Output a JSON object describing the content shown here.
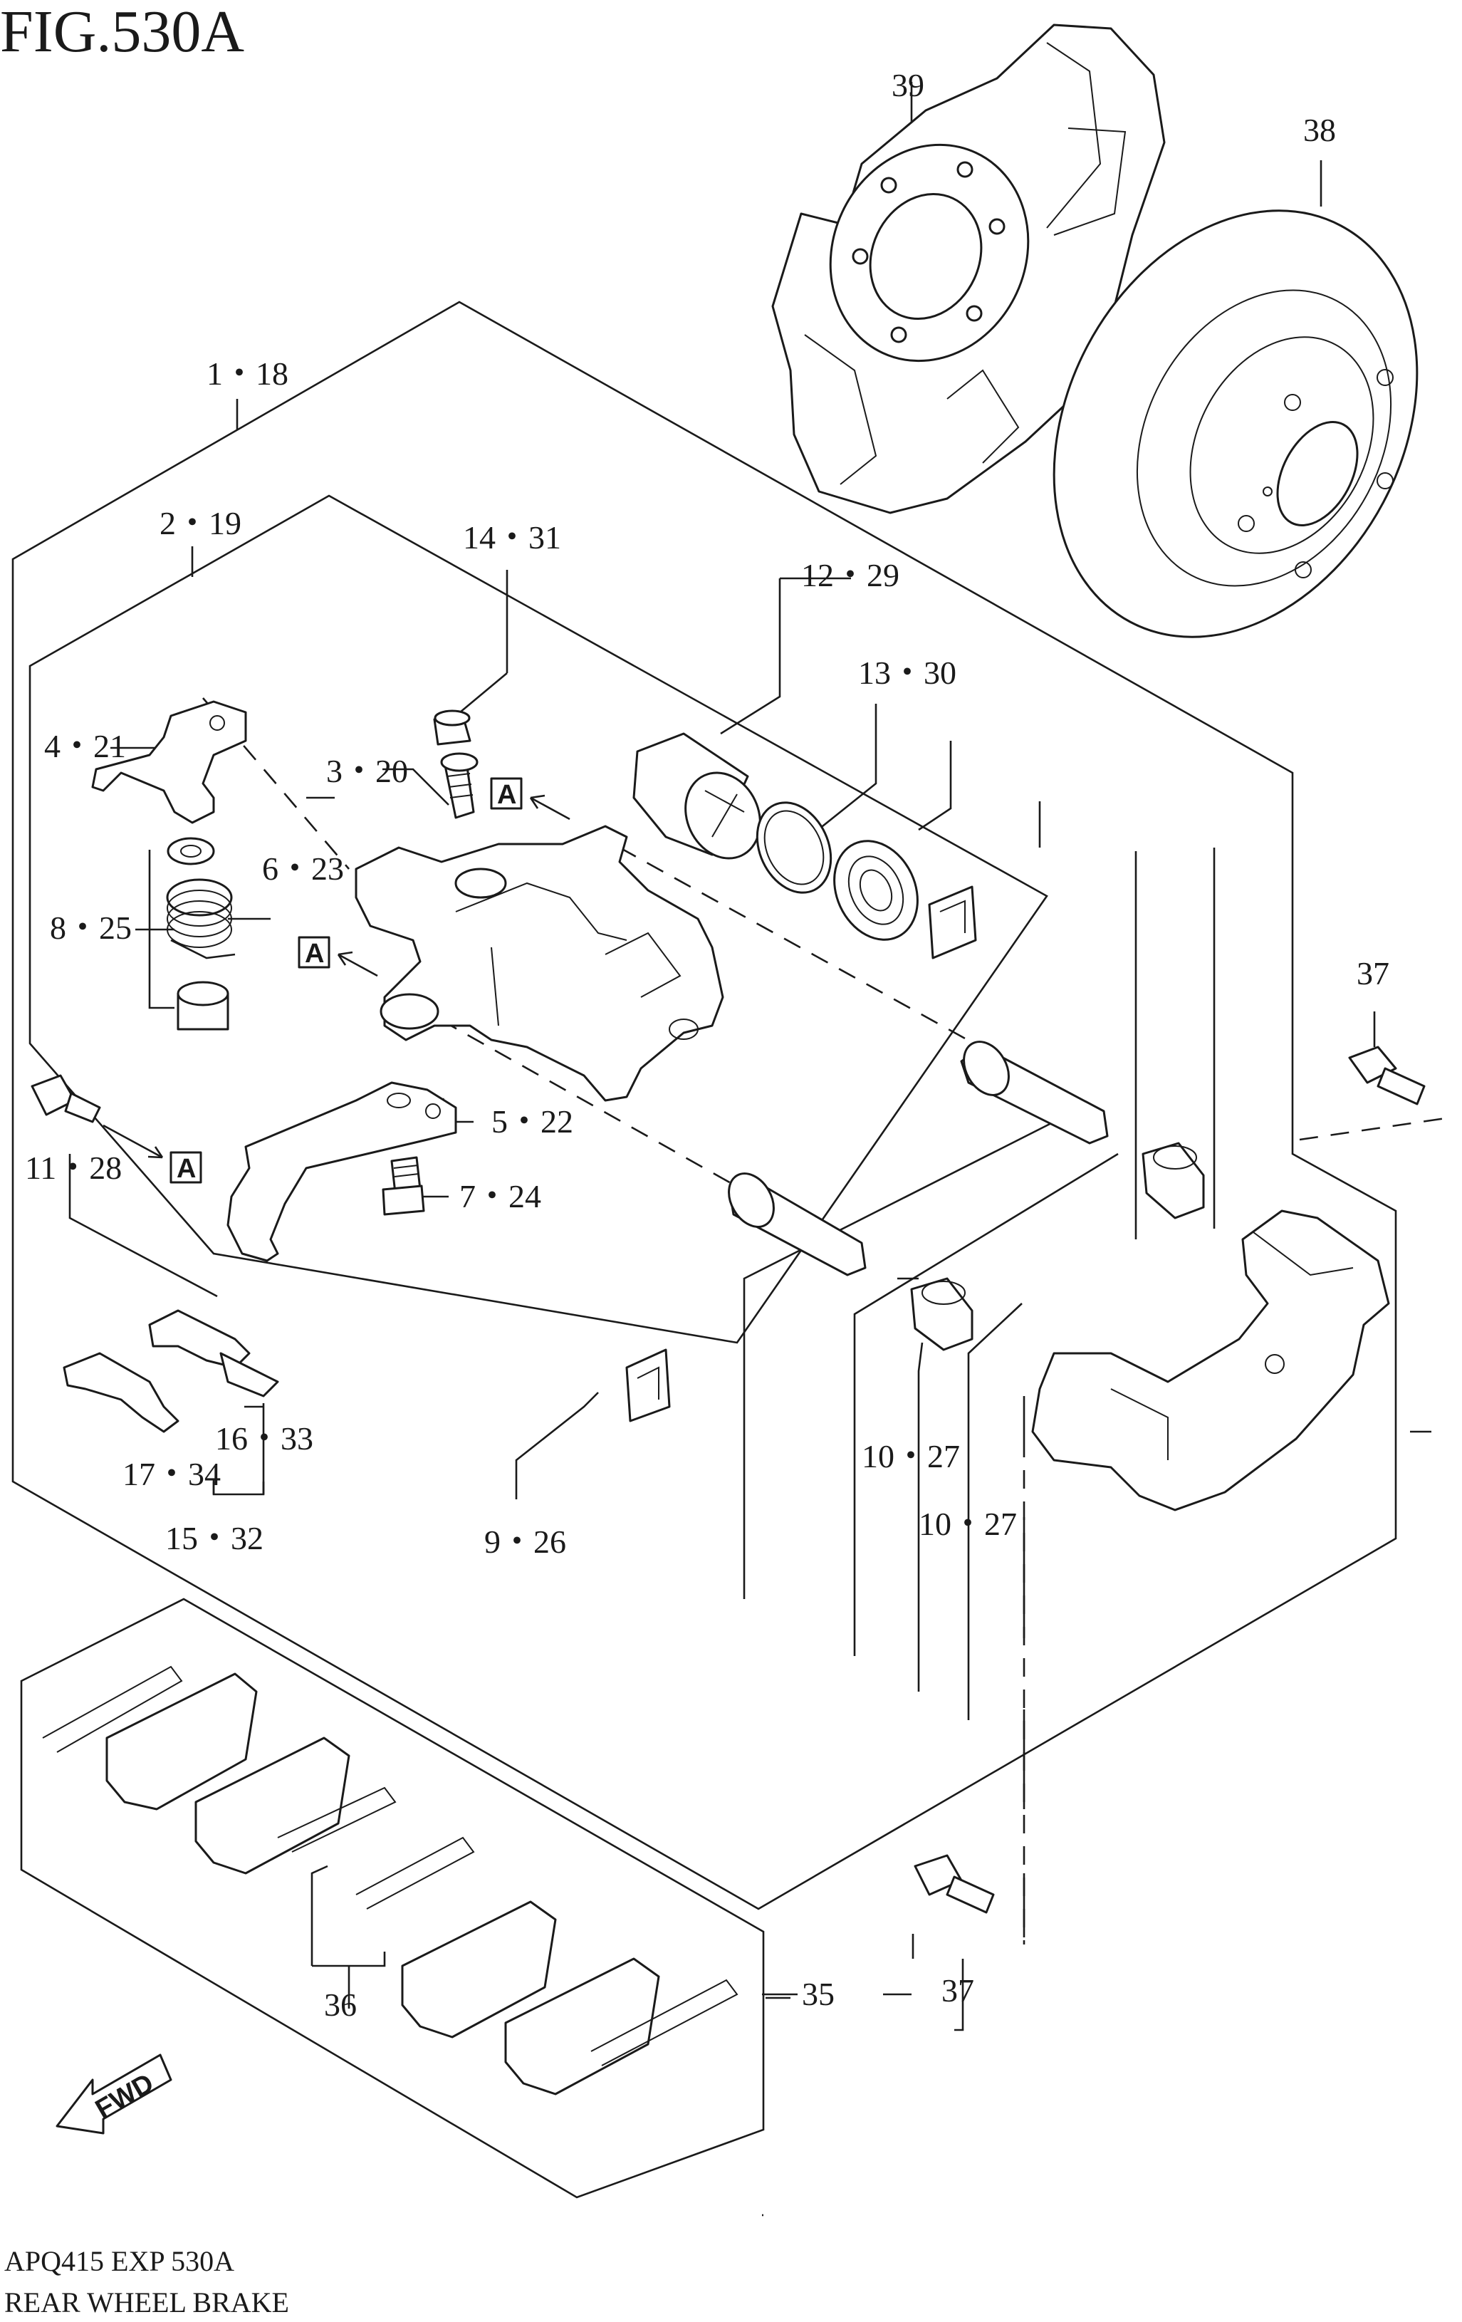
{
  "figure": {
    "title": "FIG.530A",
    "code": "APQ415 EXP 530A",
    "name": "REAR WHEEL BRAKE"
  },
  "callouts": {
    "c39": "39",
    "c38": "38",
    "c1_18": "1・18",
    "c2_19": "2・19",
    "c14_31": "14・31",
    "c12_29": "12・29",
    "c13_30": "13・30",
    "c4_21": "4・21",
    "c3_20": "3・20",
    "c6_23": "6・23",
    "c8_25": "8・25",
    "c37_top": "37",
    "c5_22": "5・22",
    "c11_28": "11・28",
    "c7_24": "7・24",
    "c16_33": "16・33",
    "c17_34": "17・34",
    "c15_32": "15・32",
    "c10_27_a": "10・27",
    "c10_27_b": "10・27",
    "c9_26": "9・26",
    "c36": "36",
    "c35": "35",
    "c37_bottom": "37"
  },
  "markers": {
    "ref_a": "A",
    "fwd": "FWD"
  },
  "colors": {
    "ink": "#1a1a1a",
    "paper": "#ffffff"
  }
}
